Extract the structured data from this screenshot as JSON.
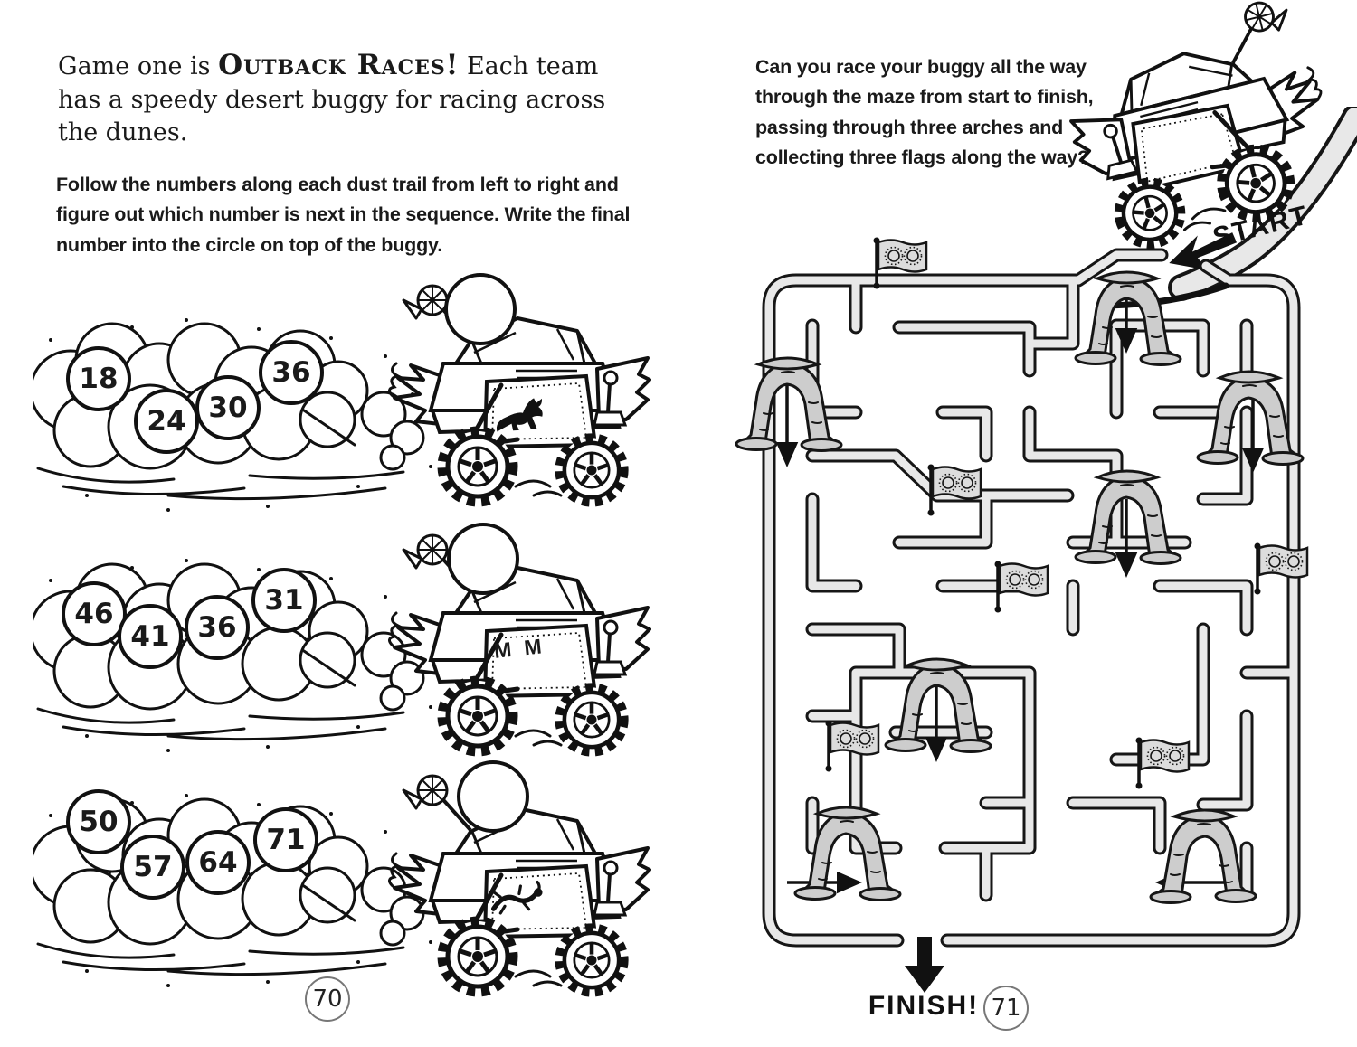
{
  "left_page": {
    "page_number": "70",
    "intro": {
      "prefix": "Game one is ",
      "highlight": "Outback Races!",
      "suffix": " Each team has a speedy desert buggy for racing across the dunes."
    },
    "instructions": "Follow the numbers along each dust trail from left to right and figure out which number is next in the sequence. Write the final number into the circle on top of the buggy.",
    "races": [
      {
        "numbers": [
          "18",
          "24",
          "30",
          "36"
        ],
        "answer": "",
        "emblem": "kangaroo-icon"
      },
      {
        "numbers": [
          "46",
          "41",
          "36",
          "31"
        ],
        "answer": "",
        "emblem": "letters",
        "emblem_text": "M M"
      },
      {
        "numbers": [
          "50",
          "57",
          "64",
          "71"
        ],
        "answer": "",
        "emblem": "gecko-icon"
      }
    ]
  },
  "right_page": {
    "page_number": "71",
    "instructions": "Can you race your buggy all the way through the maze from start to finish, passing through three arches and collecting three flags along the way?",
    "start_label": "START",
    "finish_label": "FINISH!",
    "maze": {
      "arches_shown": 7,
      "flags_shown": 6
    }
  },
  "colors": {
    "paper": "#ffffff",
    "ink": "#161616",
    "wall_fill": "#e8e8e8",
    "arch_fill": "#cdcdcd",
    "flag_fill": "#dcdcdc"
  }
}
